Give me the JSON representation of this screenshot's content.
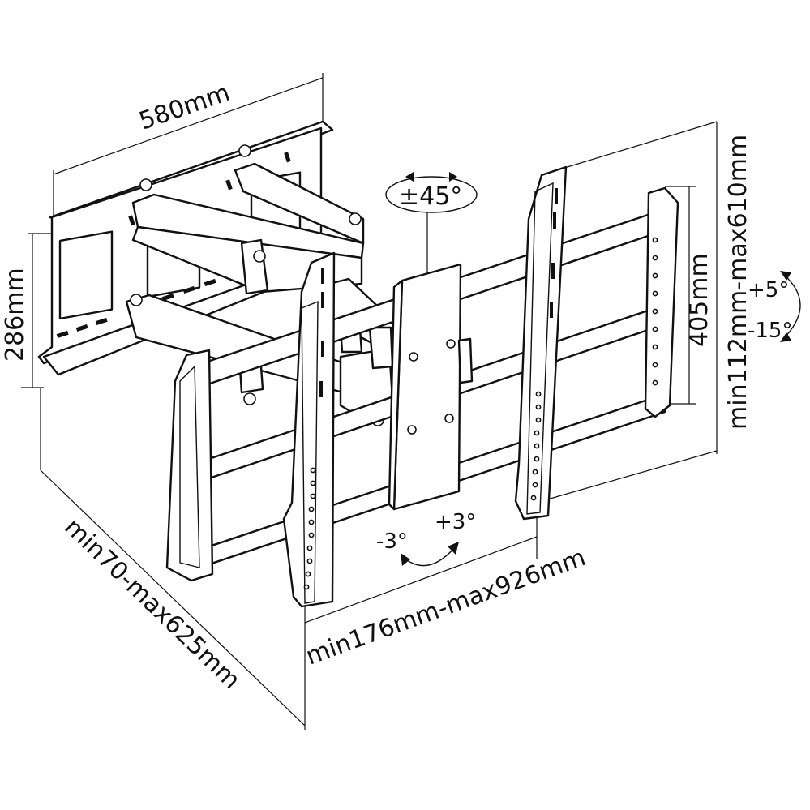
{
  "dimensions": {
    "width_top": "580mm",
    "height_left": "286mm",
    "depth": "min70-max625mm",
    "vesa_width": "min176mm-max926mm",
    "vesa_height": "405mm",
    "vesa_vertical_range": "min112mm-max610mm"
  },
  "angles": {
    "swivel": "±45°",
    "tilt_up": "+5°",
    "tilt_down": "-15°",
    "rotate_neg": "-3°",
    "rotate_pos": "+3°"
  }
}
